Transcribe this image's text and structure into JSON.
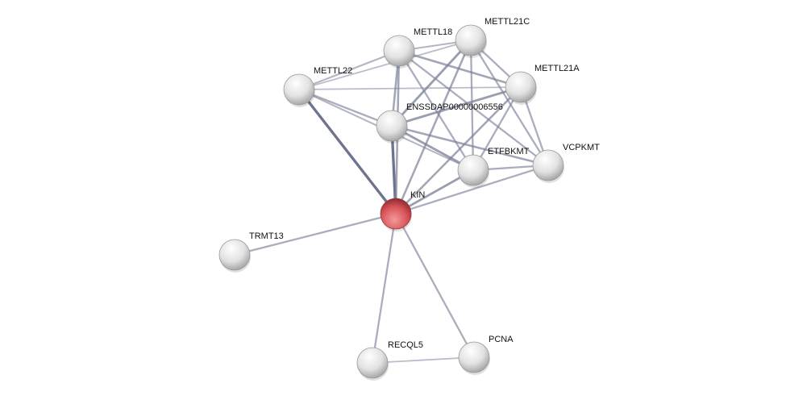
{
  "network": {
    "query_node": "KIN",
    "colors": {
      "query": "#d9545a",
      "node": "#e6e6e6",
      "edge": "#7c8199"
    },
    "nodes": [
      {
        "id": "METTL18",
        "label": "METTL18"
      },
      {
        "id": "METTL21C",
        "label": "METTL21C"
      },
      {
        "id": "METTL22",
        "label": "METTL22"
      },
      {
        "id": "METTL21A",
        "label": "METTL21A"
      },
      {
        "id": "ENSSDAP00000006556",
        "label": "ENSSDAP00000006556"
      },
      {
        "id": "ETFBKMT",
        "label": "ETFBKMT"
      },
      {
        "id": "VCPKMT",
        "label": "VCPKMT"
      },
      {
        "id": "KIN",
        "label": "KIN"
      },
      {
        "id": "TRMT13",
        "label": "TRMT13"
      },
      {
        "id": "RECQL5",
        "label": "RECQL5"
      },
      {
        "id": "PCNA",
        "label": "PCNA"
      }
    ],
    "edges": [
      {
        "source": "KIN",
        "target": "METTL22",
        "strength": 0.9
      },
      {
        "source": "KIN",
        "target": "ENSSDAP00000006556",
        "strength": 0.9
      },
      {
        "source": "KIN",
        "target": "METTL18",
        "strength": 0.6
      },
      {
        "source": "KIN",
        "target": "METTL21C",
        "strength": 0.6
      },
      {
        "source": "KIN",
        "target": "METTL21A",
        "strength": 0.6
      },
      {
        "source": "KIN",
        "target": "ETFBKMT",
        "strength": 0.7
      },
      {
        "source": "KIN",
        "target": "VCPKMT",
        "strength": 0.5
      },
      {
        "source": "KIN",
        "target": "TRMT13",
        "strength": 0.5
      },
      {
        "source": "KIN",
        "target": "RECQL5",
        "strength": 0.5
      },
      {
        "source": "KIN",
        "target": "PCNA",
        "strength": 0.5
      },
      {
        "source": "RECQL5",
        "target": "PCNA",
        "strength": 0.3
      },
      {
        "source": "METTL22",
        "target": "METTL18",
        "strength": 0.4
      },
      {
        "source": "METTL22",
        "target": "METTL21C",
        "strength": 0.3
      },
      {
        "source": "METTL22",
        "target": "METTL21A",
        "strength": 0.3
      },
      {
        "source": "METTL22",
        "target": "ENSSDAP00000006556",
        "strength": 0.5
      },
      {
        "source": "METTL22",
        "target": "ETFBKMT",
        "strength": 0.4
      },
      {
        "source": "METTL18",
        "target": "METTL21C",
        "strength": 0.4
      },
      {
        "source": "METTL18",
        "target": "METTL21A",
        "strength": 0.6
      },
      {
        "source": "METTL18",
        "target": "ENSSDAP00000006556",
        "strength": 0.6
      },
      {
        "source": "METTL18",
        "target": "ETFBKMT",
        "strength": 0.5
      },
      {
        "source": "METTL18",
        "target": "VCPKMT",
        "strength": 0.5
      },
      {
        "source": "METTL21C",
        "target": "METTL21A",
        "strength": 0.5
      },
      {
        "source": "METTL21C",
        "target": "ENSSDAP00000006556",
        "strength": 0.7
      },
      {
        "source": "METTL21C",
        "target": "ETFBKMT",
        "strength": 0.5
      },
      {
        "source": "METTL21C",
        "target": "VCPKMT",
        "strength": 0.5
      },
      {
        "source": "METTL21A",
        "target": "ENSSDAP00000006556",
        "strength": 0.7
      },
      {
        "source": "METTL21A",
        "target": "ETFBKMT",
        "strength": 0.5
      },
      {
        "source": "METTL21A",
        "target": "VCPKMT",
        "strength": 0.5
      },
      {
        "source": "ENSSDAP00000006556",
        "target": "ETFBKMT",
        "strength": 0.7
      },
      {
        "source": "ENSSDAP00000006556",
        "target": "VCPKMT",
        "strength": 0.6
      },
      {
        "source": "ETFBKMT",
        "target": "VCPKMT",
        "strength": 0.5
      }
    ]
  }
}
